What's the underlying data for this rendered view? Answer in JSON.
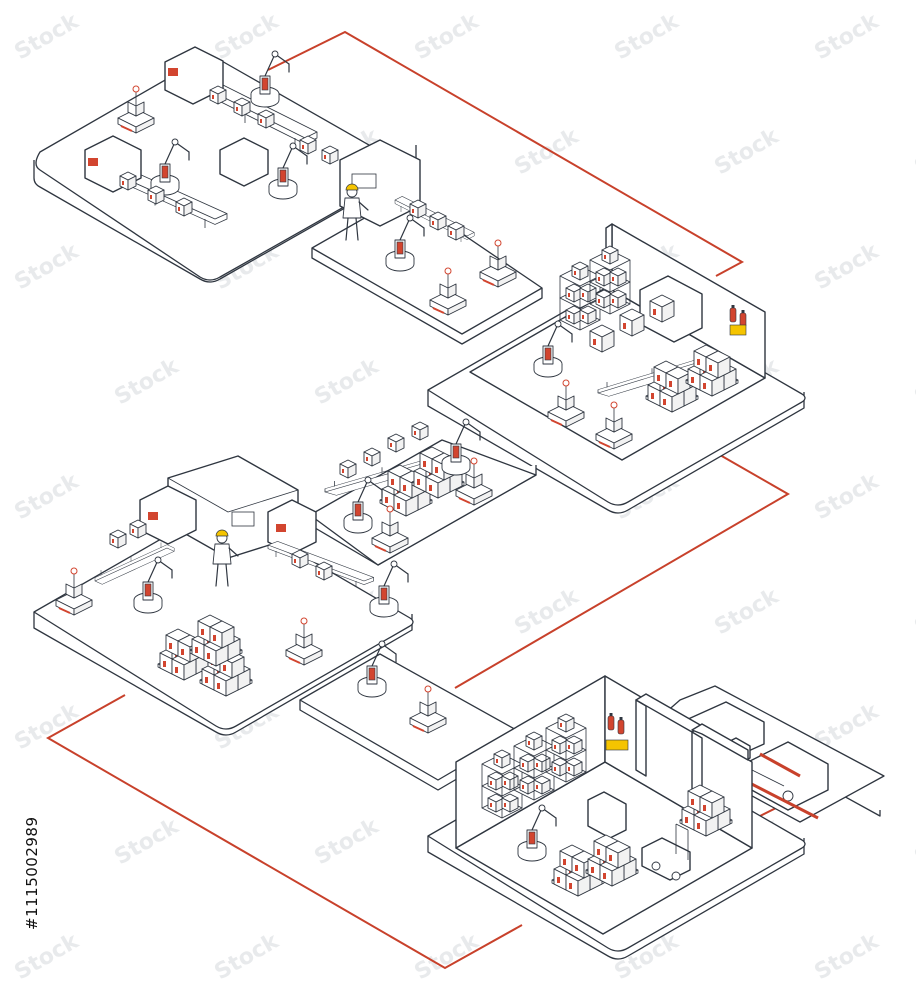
{
  "stock_id": {
    "text": "#1115002989"
  },
  "watermark": {
    "glyph": "Stock"
  },
  "scene": {
    "description_zones": [
      "production-line",
      "packing-line",
      "warehouse-storage",
      "assembly-line",
      "palletizing-line",
      "shipping-warehouse"
    ],
    "colors": {
      "line": "#2f3640",
      "accent": "#c8412b",
      "helmet": "#f5c400",
      "background": "#ffffff"
    },
    "icons": [
      "robot-arm-icon",
      "agv-robot-icon",
      "conveyor-icon",
      "worker-icon",
      "control-panel-icon",
      "forklift-icon",
      "truck-icon",
      "fire-extinguisher-icon",
      "pallet-icon",
      "shelving-rack-icon"
    ]
  }
}
